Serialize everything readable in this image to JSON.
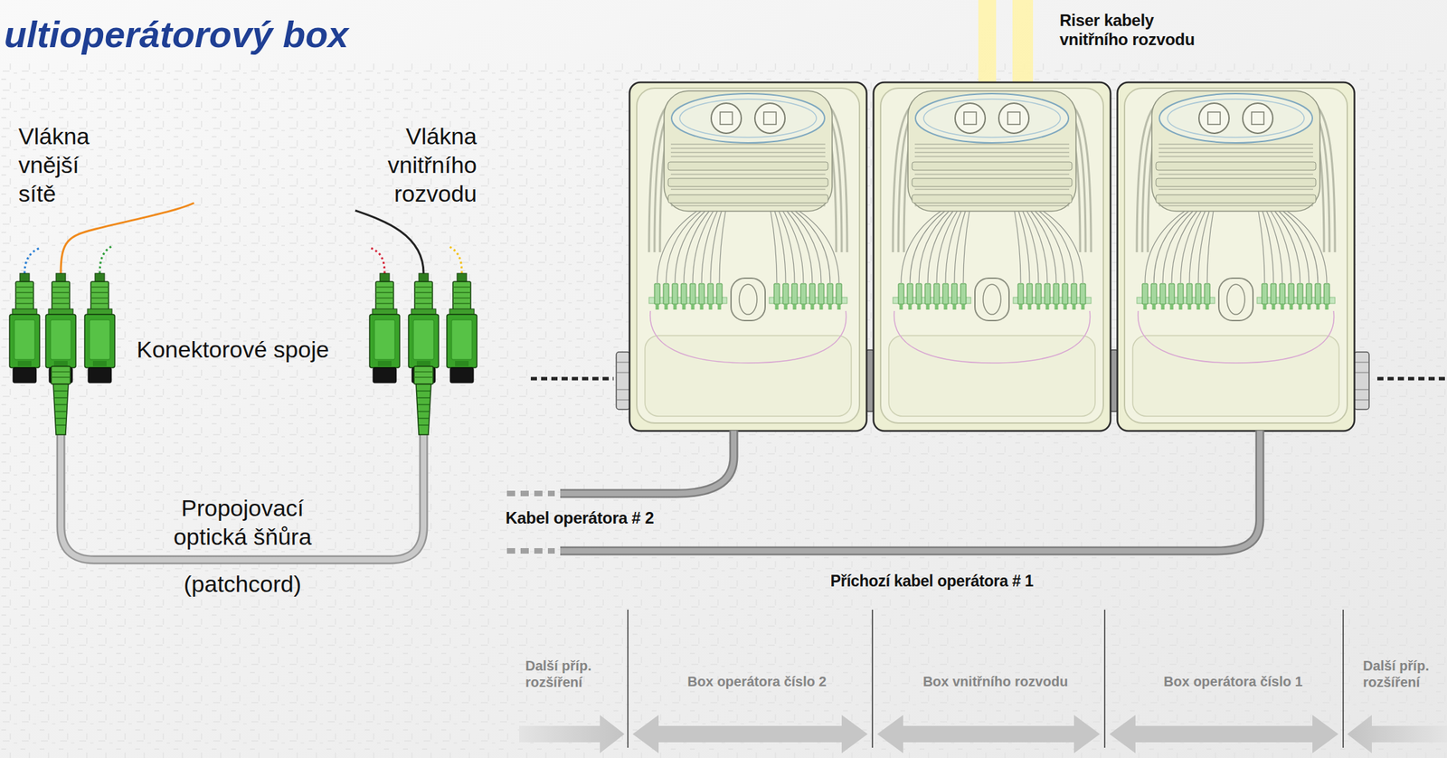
{
  "diagram": {
    "title": "ultioperátorový box",
    "labels": [
      "Vlákna vnější sítě",
      "Vlákna vnitřního rozvodu",
      "Konektorové spoje",
      "Propojovací optická šňůra",
      "(patchcord)",
      "Riser kabely vnitřního rozvodu",
      "Kabel operátora # 2",
      "Příchozí kabel operátora # 1",
      "Další příp. rozšíření",
      "Box operátora číslo 2",
      "Box vnitřního rozvodu",
      "Box operátora číslo 1",
      "Další příp. rozšíření"
    ]
  }
}
